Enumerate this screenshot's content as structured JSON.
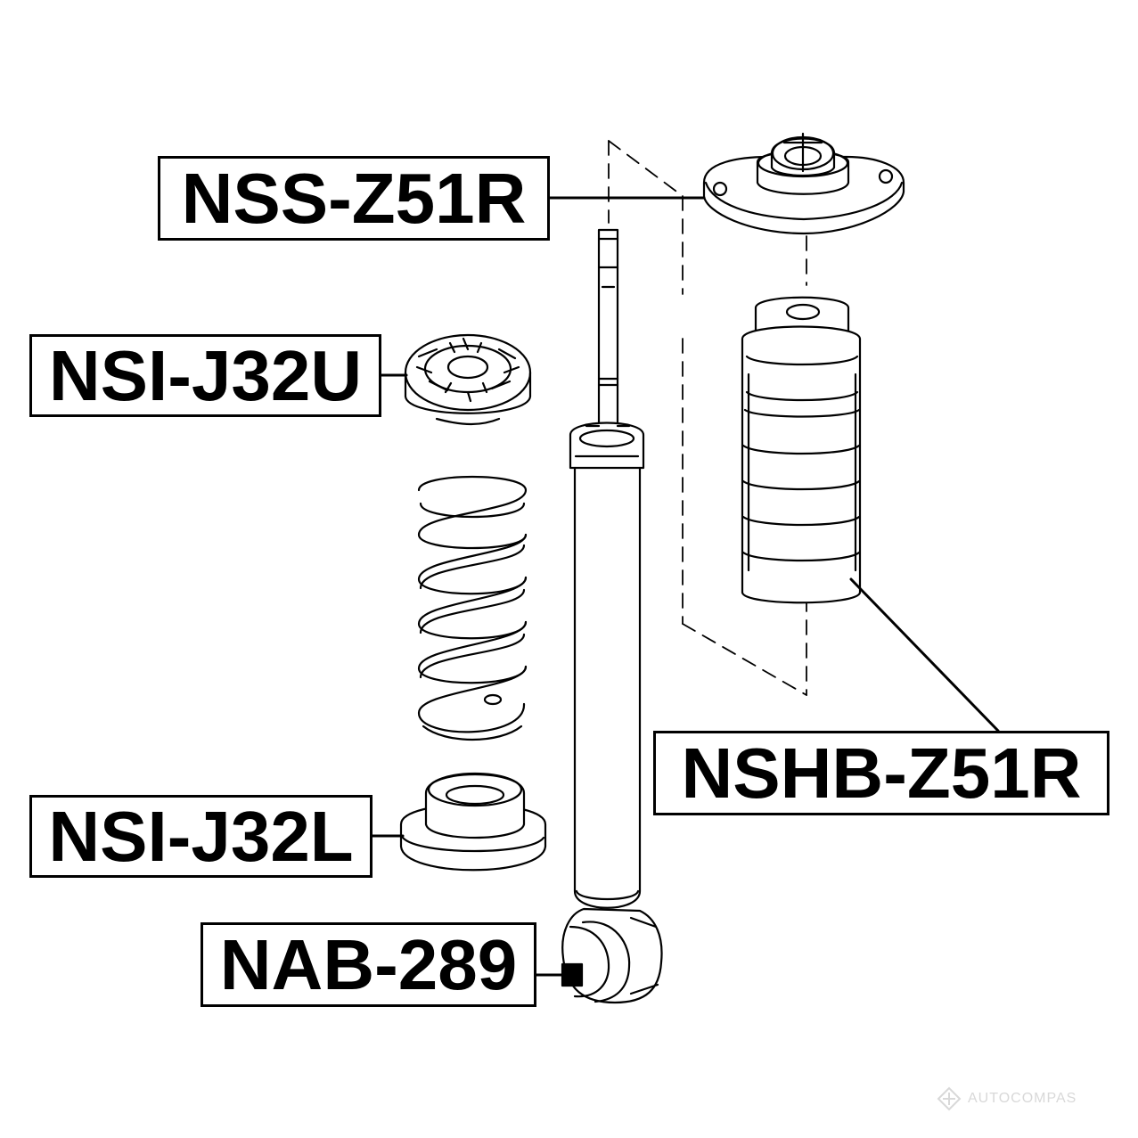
{
  "parts": [
    {
      "id": "NSS-Z51R"
    },
    {
      "id": "NSI-J32U"
    },
    {
      "id": "NSI-J32L"
    },
    {
      "id": "NAB-289"
    },
    {
      "id": "NSHB-Z51R"
    }
  ],
  "watermark": {
    "text": "AUTOCOMPAS",
    "icon": "autocompas-logo"
  },
  "colors": {
    "ink": "#000000",
    "background": "#ffffff",
    "watermark": "#b9b9b9"
  }
}
